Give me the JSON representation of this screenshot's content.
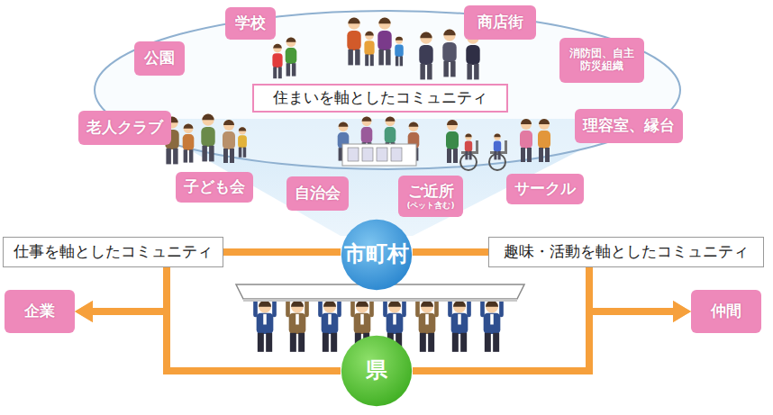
{
  "diagram": {
    "nodes": [
      {
        "text": [
          "学校"
        ]
      },
      {
        "text": [
          "商店街"
        ]
      },
      {
        "text": [
          "公園"
        ]
      },
      {
        "text": [
          "消防団、自主防災組織"
        ]
      },
      {
        "text": [
          "住まいを軸としたコミュニティ"
        ]
      },
      {
        "text": [
          "老人クラブ"
        ]
      },
      {
        "text": [
          "理容室、縁台"
        ]
      },
      {
        "text": [
          "子ども会"
        ]
      },
      {
        "text": [
          "自治会"
        ]
      },
      {
        "text": [
          "ご近所",
          "(ペット含む)"
        ]
      },
      {
        "text": [
          "サークル"
        ]
      },
      {
        "text": [
          "仕事を軸としたコミュニティ"
        ]
      },
      {
        "text": [
          "市町村"
        ]
      },
      {
        "text": [
          "趣味・活動を軸としたコミュニティ"
        ]
      },
      {
        "text": [
          "企業"
        ]
      },
      {
        "text": [
          "仲間"
        ]
      },
      {
        "text": [
          "県"
        ]
      }
    ],
    "edges": [
      {
        "from": 12,
        "to": 11,
        "arrow": "none"
      },
      {
        "from": 11,
        "to": 14,
        "arrow": "to"
      },
      {
        "from": 16,
        "to": 14,
        "arrow": "to"
      },
      {
        "from": 12,
        "to": 13,
        "arrow": "none"
      },
      {
        "from": 13,
        "to": 15,
        "arrow": "to"
      },
      {
        "from": 16,
        "to": 15,
        "arrow": "to"
      }
    ]
  }
}
